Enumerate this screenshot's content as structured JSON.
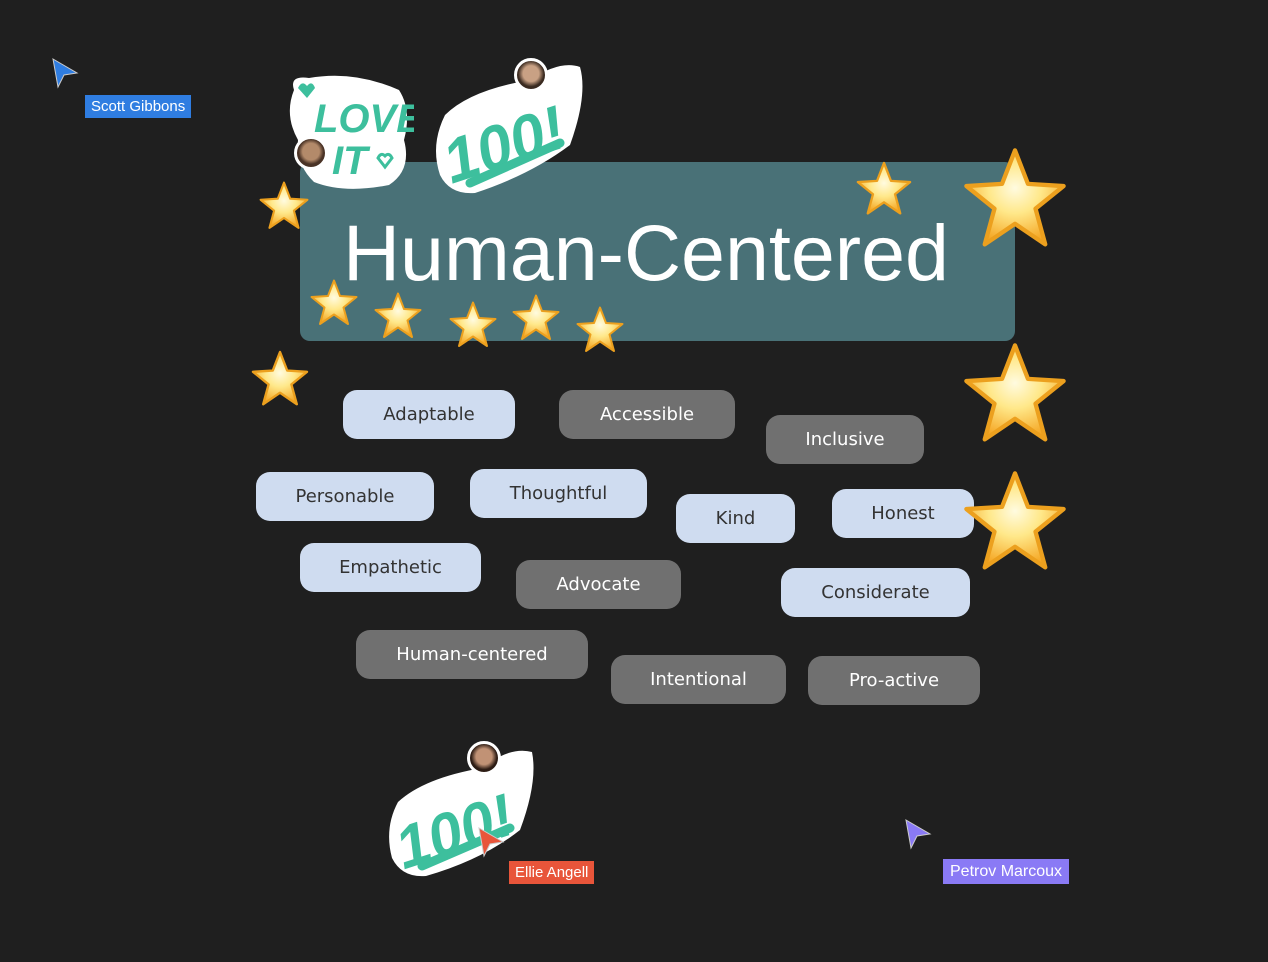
{
  "canvas": {
    "background": "#1f1f1f",
    "title_card": {
      "text": "Human-Centered",
      "color": "#497177"
    }
  },
  "collaborators": [
    {
      "name": "Scott Gibbons",
      "color": "#2f7de1"
    },
    {
      "name": "Ellie Angell",
      "color": "#e8553a"
    },
    {
      "name": "Petrov Marcoux",
      "color": "#8a7af5"
    }
  ],
  "stickers": [
    {
      "type": "love-it",
      "text_line1": "LOVE",
      "text_line2": "IT",
      "color": "#3dbf9d"
    },
    {
      "type": "100",
      "text": "100!",
      "color": "#3dbf9d"
    },
    {
      "type": "100",
      "text": "100!",
      "color": "#3dbf9d"
    }
  ],
  "chips": [
    {
      "label": "Adaptable",
      "style": "light"
    },
    {
      "label": "Accessible",
      "style": "dark"
    },
    {
      "label": "Inclusive",
      "style": "dark"
    },
    {
      "label": "Personable",
      "style": "light"
    },
    {
      "label": "Thoughtful",
      "style": "light"
    },
    {
      "label": "Kind",
      "style": "light"
    },
    {
      "label": "Honest",
      "style": "light"
    },
    {
      "label": "Empathetic",
      "style": "light"
    },
    {
      "label": "Advocate",
      "style": "dark"
    },
    {
      "label": "Considerate",
      "style": "light"
    },
    {
      "label": "Human-centered",
      "style": "dark"
    },
    {
      "label": "Intentional",
      "style": "dark"
    },
    {
      "label": "Pro-active",
      "style": "dark"
    }
  ],
  "colors": {
    "chip_light": "#cfdcf0",
    "chip_dark": "#707070",
    "star": "#f7c531",
    "sticker_green": "#3dbf9d"
  }
}
